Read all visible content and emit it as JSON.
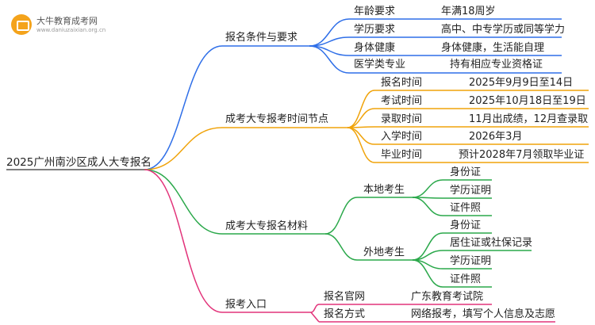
{
  "logo": {
    "title": "大牛教育成考网",
    "url": "www.daniuzaixian.org.cn"
  },
  "root": "2025广州南沙区成人大专报名",
  "branches": [
    {
      "label": "报名条件与要求",
      "color": "#2f6fe8",
      "items": [
        {
          "label": "年龄要求",
          "value": "年满18周岁"
        },
        {
          "label": "学历要求",
          "value": "高中、中专学历或同等学力"
        },
        {
          "label": "身体健康",
          "value": "身体健康，生活能自理"
        },
        {
          "label": "医学类专业",
          "value": "持有相应专业资格证"
        }
      ]
    },
    {
      "label": "成考大专报考时间节点",
      "color": "#f0a30a",
      "items": [
        {
          "label": "报名时间",
          "value": "2025年9月9日至14日"
        },
        {
          "label": "考试时间",
          "value": "2025年10月18日至19日"
        },
        {
          "label": "录取时间",
          "value": "11月出成绩，12月查录取"
        },
        {
          "label": "入学时间",
          "value": "2026年3月"
        },
        {
          "label": "毕业时间",
          "value": "预计2028年7月领取毕业证"
        }
      ]
    },
    {
      "label": "成考大专报名材料",
      "color": "#2aa84a",
      "groups": [
        {
          "label": "本地考生",
          "items": [
            "身份证",
            "学历证明",
            "证件照"
          ]
        },
        {
          "label": "外地考生",
          "items": [
            "身份证",
            "居住证或社保记录",
            "学历证明",
            "证件照"
          ]
        }
      ]
    },
    {
      "label": "报考入口",
      "color": "#e2337a",
      "items": [
        {
          "label": "报名官网",
          "value": "广东教育考试院"
        },
        {
          "label": "报名方式",
          "value": "网络报考，填写个人信息及志愿"
        }
      ]
    }
  ]
}
